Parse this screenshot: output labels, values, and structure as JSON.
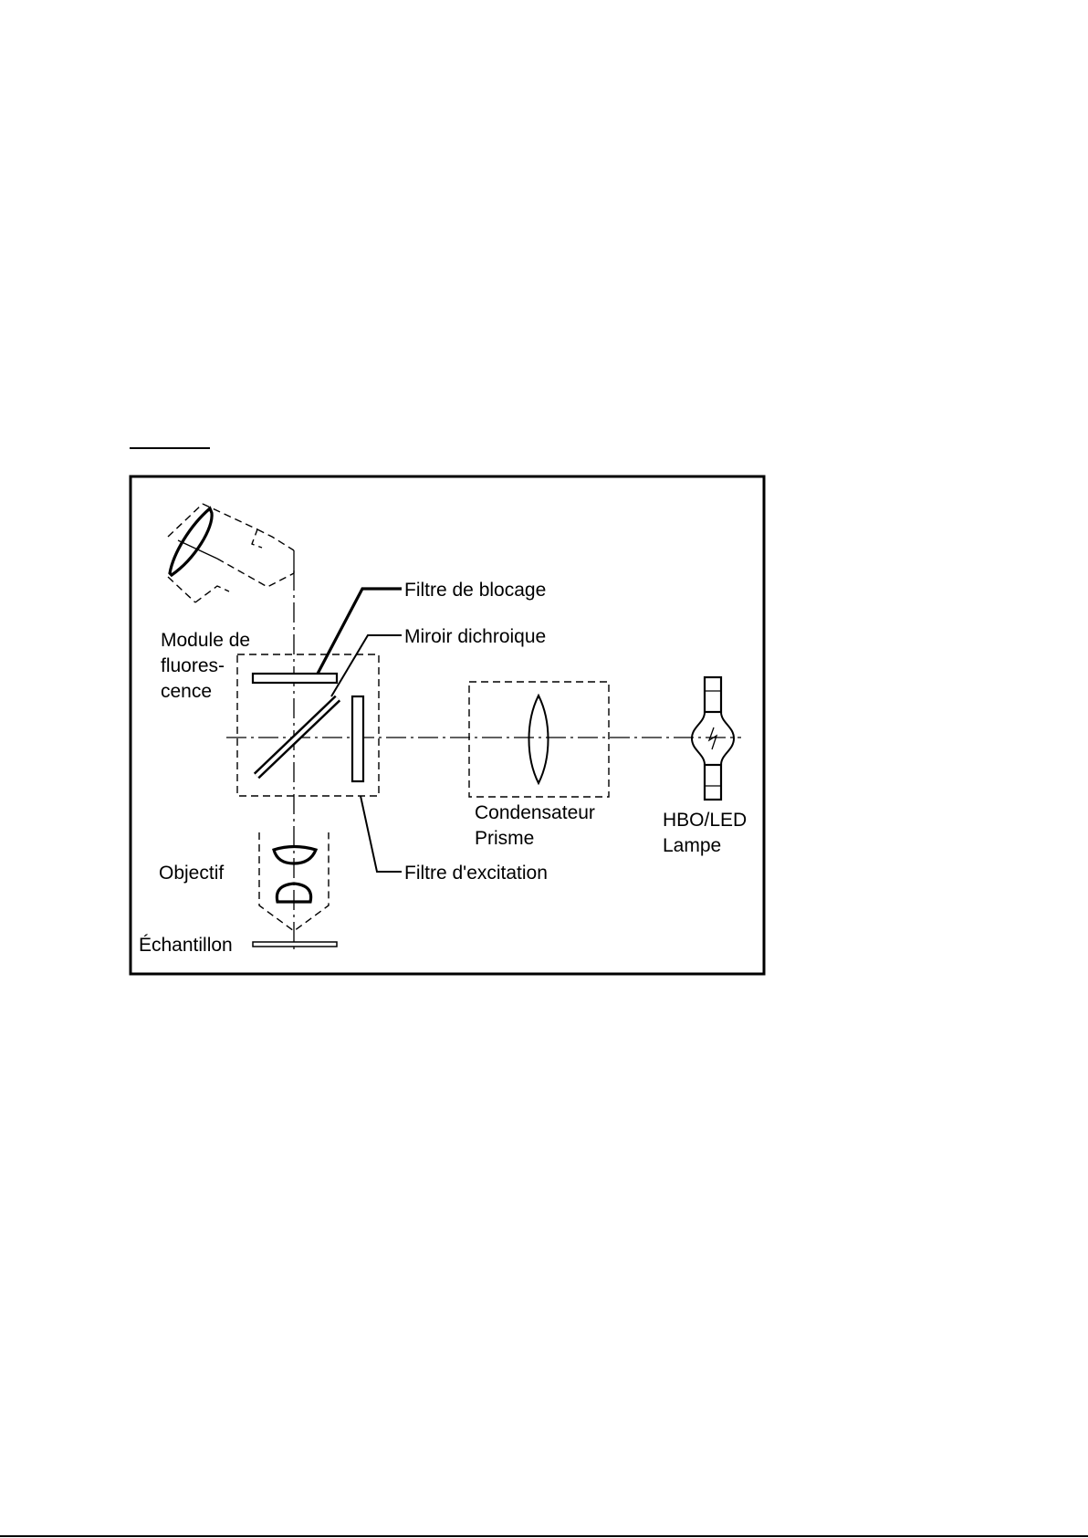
{
  "labels": {
    "blocking_filter": "Filtre de blocage",
    "dichroic_mirror": "Miroir dichroique",
    "fluorescence_module_line1": "Module de",
    "fluorescence_module_line2": "fluores-",
    "fluorescence_module_line3": "cence",
    "condenser_line1": "Condensateur",
    "condenser_line2": "Prisme",
    "lamp_line1": "HBO/LED",
    "lamp_line2": "Lampe",
    "objective": "Objectif",
    "excitation_filter": "Filtre d'excitation",
    "sample": "Échantillon"
  }
}
